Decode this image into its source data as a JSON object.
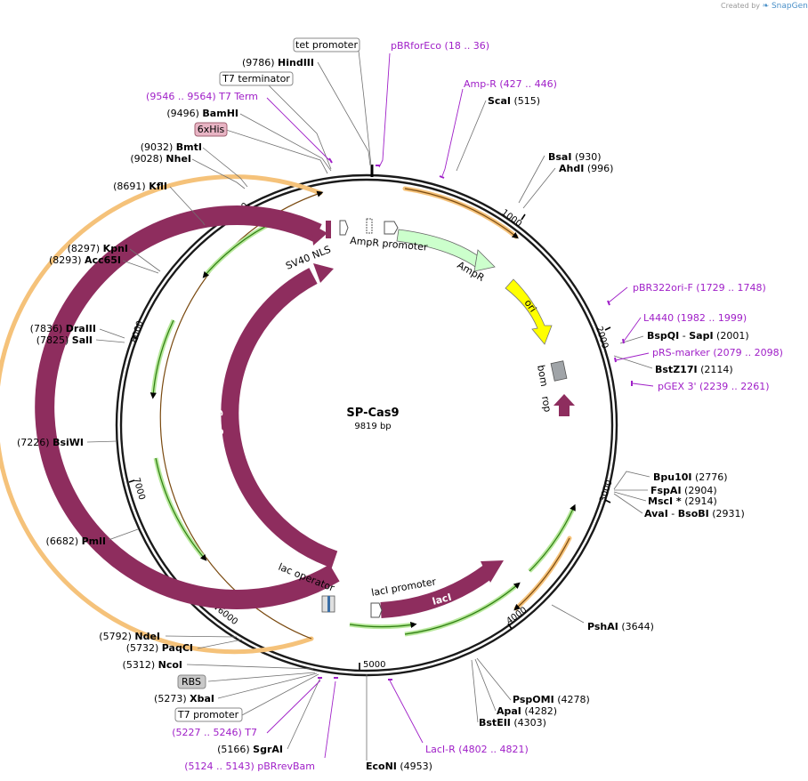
{
  "credit": {
    "prefix": "Created by",
    "brand": "SnapGene"
  },
  "plasmid": {
    "name": "SP-Cas9",
    "size": "9819 bp"
  },
  "ticks": [
    "1000",
    "2000",
    "3000",
    "4000",
    "5000",
    "6000",
    "7000",
    "8000",
    "9000"
  ],
  "sites": [
    {
      "pos": "(9786)",
      "name": "HindIII",
      "extra": ""
    },
    {
      "pos": "(9496)",
      "name": "BamHI",
      "extra": ""
    },
    {
      "pos": "(9032)",
      "name": "BmtI",
      "extra": ""
    },
    {
      "pos": "(9028)",
      "name": "NheI",
      "extra": ""
    },
    {
      "pos": "(8691)",
      "name": "KflI",
      "extra": ""
    },
    {
      "pos": "(8297)",
      "name": "KpnI",
      "extra": ""
    },
    {
      "pos": "(8293)",
      "name": "Acc65I",
      "extra": ""
    },
    {
      "pos": "(7836)",
      "name": "DraIII",
      "extra": ""
    },
    {
      "pos": "(7825)",
      "name": "SalI",
      "extra": ""
    },
    {
      "pos": "(7226)",
      "name": "BsiWI",
      "extra": ""
    },
    {
      "pos": "(6682)",
      "name": "PmlI",
      "extra": ""
    },
    {
      "pos": "(5792)",
      "name": "NdeI",
      "extra": ""
    },
    {
      "pos": "(5732)",
      "name": "PaqCI",
      "extra": ""
    },
    {
      "pos": "(5312)",
      "name": "NcoI",
      "extra": ""
    },
    {
      "pos": "(5273)",
      "name": "XbaI",
      "extra": ""
    },
    {
      "pos": "(5166)",
      "name": "SgrAI",
      "extra": ""
    },
    {
      "pos": "(515)",
      "name": "ScaI",
      "extra": ""
    },
    {
      "pos": "(930)",
      "name": "BsaI",
      "extra": ""
    },
    {
      "pos": "(996)",
      "name": "AhdI",
      "extra": ""
    },
    {
      "pos": "(2001)",
      "name": "BspQI",
      "extra": "SapI"
    },
    {
      "pos": "(2114)",
      "name": "BstZ17I",
      "extra": ""
    },
    {
      "pos": "(2776)",
      "name": "Bpu10I",
      "extra": ""
    },
    {
      "pos": "(2904)",
      "name": "FspAI",
      "extra": ""
    },
    {
      "pos": "(2914)",
      "name": "MscI *",
      "extra": ""
    },
    {
      "pos": "(2931)",
      "name": "AvaI",
      "extra": "BsoBI"
    },
    {
      "pos": "(3644)",
      "name": "PshAI",
      "extra": ""
    },
    {
      "pos": "(4278)",
      "name": "PspOMI",
      "extra": ""
    },
    {
      "pos": "(4282)",
      "name": "ApaI",
      "extra": ""
    },
    {
      "pos": "(4303)",
      "name": "BstEII",
      "extra": ""
    },
    {
      "pos": "(4953)",
      "name": "EcoNI",
      "extra": ""
    }
  ],
  "primers": [
    {
      "name": "pBRforEco",
      "range": "(18 .. 36)"
    },
    {
      "name": "Amp-R",
      "range": "(427 .. 446)"
    },
    {
      "name": "pBR322ori-F",
      "range": "(1729 .. 1748)"
    },
    {
      "name": "L4440",
      "range": "(1982 .. 1999)"
    },
    {
      "name": "pRS-marker",
      "range": "(2079 .. 2098)"
    },
    {
      "name": "pGEX 3'",
      "range": "(2239 .. 2261)"
    },
    {
      "name": "LacI-R",
      "range": "(4802 .. 4821)"
    },
    {
      "name": "T7 Term",
      "range": "(9546 .. 9564)"
    },
    {
      "name": "T7",
      "range": "(5227 .. 5246)"
    },
    {
      "name": "pBRrevBam",
      "range": "(5124 .. 5143)"
    }
  ],
  "boxed": {
    "tet_promoter": "tet promoter",
    "t7_terminator": "T7 terminator",
    "his": "6xHis",
    "rbs": "RBS",
    "t7_promoter": "T7 promoter"
  },
  "features": {
    "sv40": "SV40 NLS",
    "ampr_promoter": "AmpR promoter",
    "ampr": "AmpR",
    "ori": "ori",
    "bom": "bom",
    "rop": "rop",
    "cas9_outer": "Cas9",
    "cas9_inner": "Cas9",
    "lac_operator": "lac operator",
    "laci_promoter": "lacI promoter",
    "laci": "lacI"
  },
  "colors": {
    "cas9": "#8e2d5e",
    "ampr": "#ccffcc",
    "ori": "#ffff00",
    "bom": "#a0a4a8",
    "primer": "#a020c8",
    "orf_orange": "#f5c27a",
    "orf_green": "#b7e89b"
  }
}
